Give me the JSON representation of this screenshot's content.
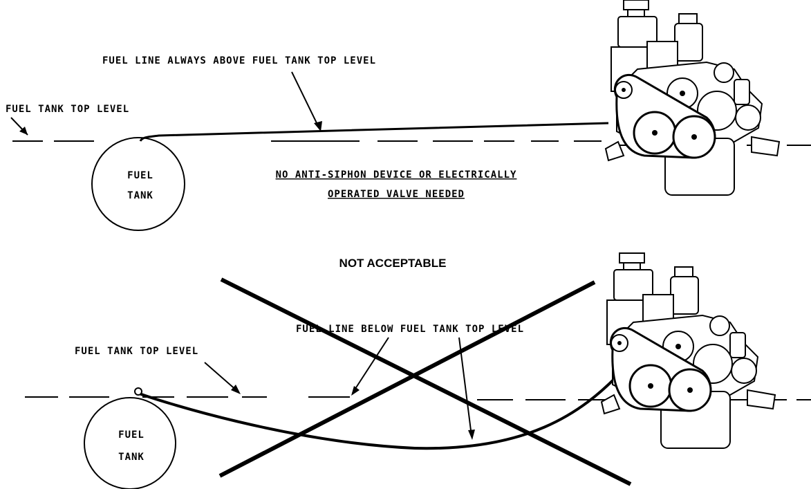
{
  "top_panel": {
    "fuel_line_label": "FUEL LINE ALWAYS ABOVE FUEL TANK TOP LEVEL",
    "tank_top_label": "FUEL TANK TOP LEVEL",
    "tank_label_line1": "FUEL",
    "tank_label_line2": "TANK",
    "note_line1": "NO ANTI-SIPHON DEVICE OR ELECTRICALLY",
    "note_line2": "OPERATED VALVE NEEDED"
  },
  "bottom_panel": {
    "heading": "NOT ACCEPTABLE",
    "fuel_line_label": "FUEL LINE BELOW FUEL TANK TOP LEVEL",
    "tank_top_label": "FUEL TANK TOP LEVEL",
    "tank_label_line1": "FUEL",
    "tank_label_line2": "TANK"
  }
}
